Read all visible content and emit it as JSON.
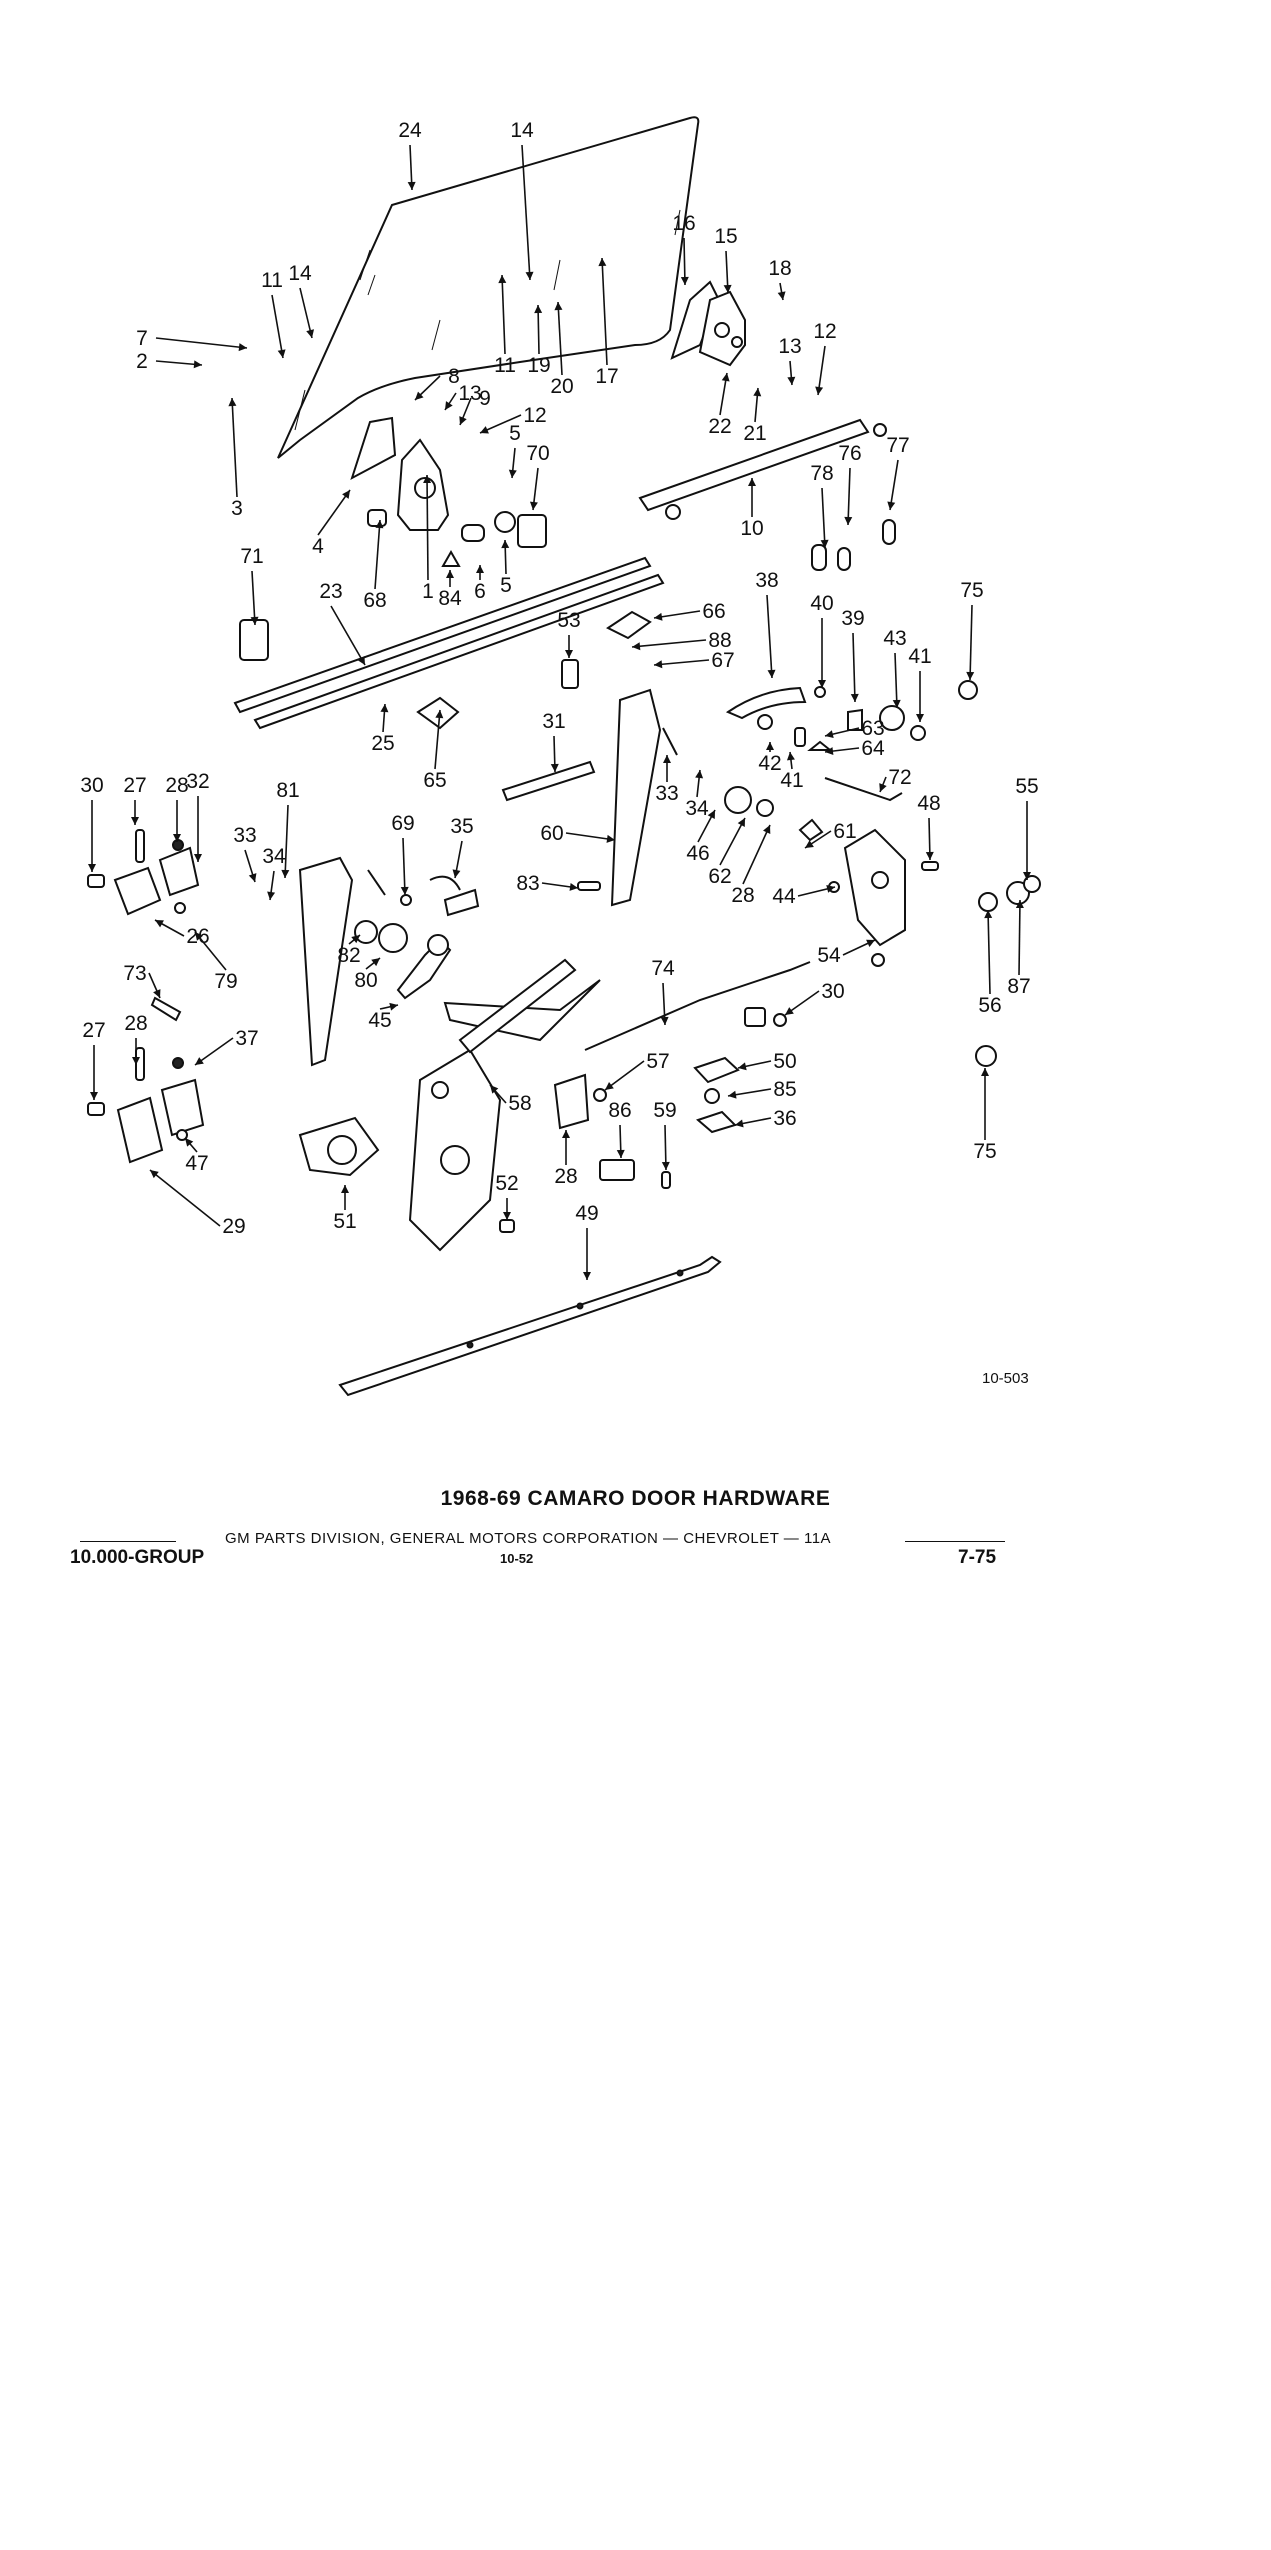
{
  "figure_id": "10-503",
  "caption": "1968-69 CAMARO DOOR HARDWARE",
  "division_line": "GM PARTS DIVISION, GENERAL MOTORS CORPORATION — CHEVROLET — 11A",
  "footer": {
    "group": "10.000-GROUP",
    "page_number": "10-52",
    "date": "7-75"
  },
  "callouts": [
    "24",
    "14",
    "16",
    "15",
    "11",
    "14",
    "18",
    "7",
    "2",
    "8",
    "13",
    "13",
    "12",
    "9",
    "12",
    "11",
    "19",
    "20",
    "17",
    "22",
    "21",
    "3",
    "5",
    "70",
    "4",
    "1",
    "6",
    "5",
    "68",
    "84",
    "10",
    "78",
    "76",
    "77",
    "71",
    "23",
    "38",
    "40",
    "39",
    "66",
    "53",
    "88",
    "67",
    "75",
    "43",
    "41",
    "25",
    "65",
    "31",
    "63",
    "42",
    "41",
    "64",
    "72",
    "33",
    "34",
    "48",
    "55",
    "30",
    "27",
    "28",
    "32",
    "33",
    "34",
    "81",
    "69",
    "35",
    "60",
    "46",
    "61",
    "62",
    "28",
    "26",
    "79",
    "83",
    "82",
    "80",
    "45",
    "44",
    "54",
    "56",
    "87",
    "73",
    "74",
    "30",
    "27",
    "28",
    "37",
    "57",
    "50",
    "58",
    "85",
    "86",
    "59",
    "36",
    "28",
    "47",
    "29",
    "51",
    "52",
    "49",
    "75"
  ]
}
